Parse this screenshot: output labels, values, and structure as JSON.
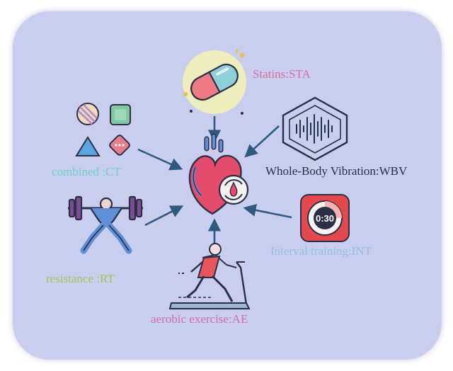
{
  "center": {
    "icon": "heart-icon"
  },
  "interventions": [
    {
      "id": "sta",
      "label": "Statins:STA",
      "icon": "pill-icon",
      "color": "#d670a4"
    },
    {
      "id": "wbv",
      "label": "Whole-Body Vibration:WBV",
      "icon": "vibration-icon",
      "color": "#1f3347"
    },
    {
      "id": "int",
      "label": "Interval training:INT",
      "icon": "timer-icon",
      "color": "#96bde4"
    },
    {
      "id": "ae",
      "label": "aerobic exercise:AE",
      "icon": "treadmill-icon",
      "color": "#cf6fb0"
    },
    {
      "id": "rt",
      "label": "resistance :RT",
      "icon": "barbell-icon",
      "color": "#a5c35a"
    },
    {
      "id": "ct",
      "label": "combined :CT",
      "icon": "shapes-icon",
      "color": "#6fd0c6"
    }
  ],
  "timer": {
    "display": "0:30"
  },
  "colors": {
    "panel": "#c9cdee",
    "arrow": "#2f5a7f",
    "heart": "#e44b6c",
    "outline": "#222a55"
  }
}
